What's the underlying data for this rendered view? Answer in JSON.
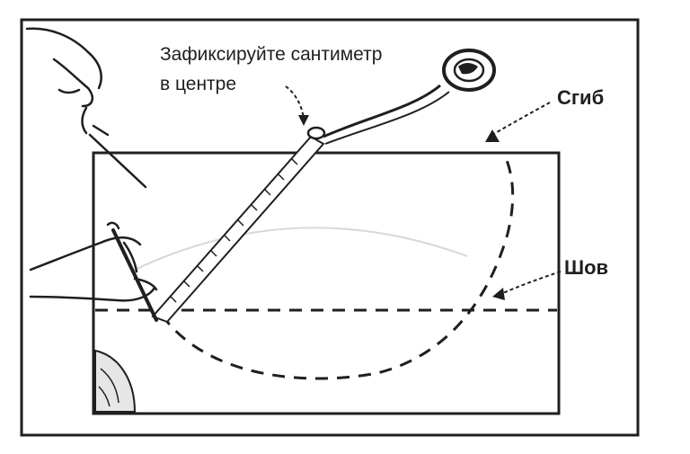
{
  "labels": {
    "instruction_line1": "Зафиксируйте сантиметр",
    "instruction_line2": "в центре",
    "fold": "Сгиб",
    "seam": "Шов"
  },
  "colors": {
    "ink": "#1f1f1f",
    "paper": "#ffffff"
  },
  "icons": {
    "left_hand_top": "hand-pinning-icon",
    "left_hand_bottom": "hand-with-chalk-icon",
    "tape_roll": "tape-measure-roll-icon"
  }
}
